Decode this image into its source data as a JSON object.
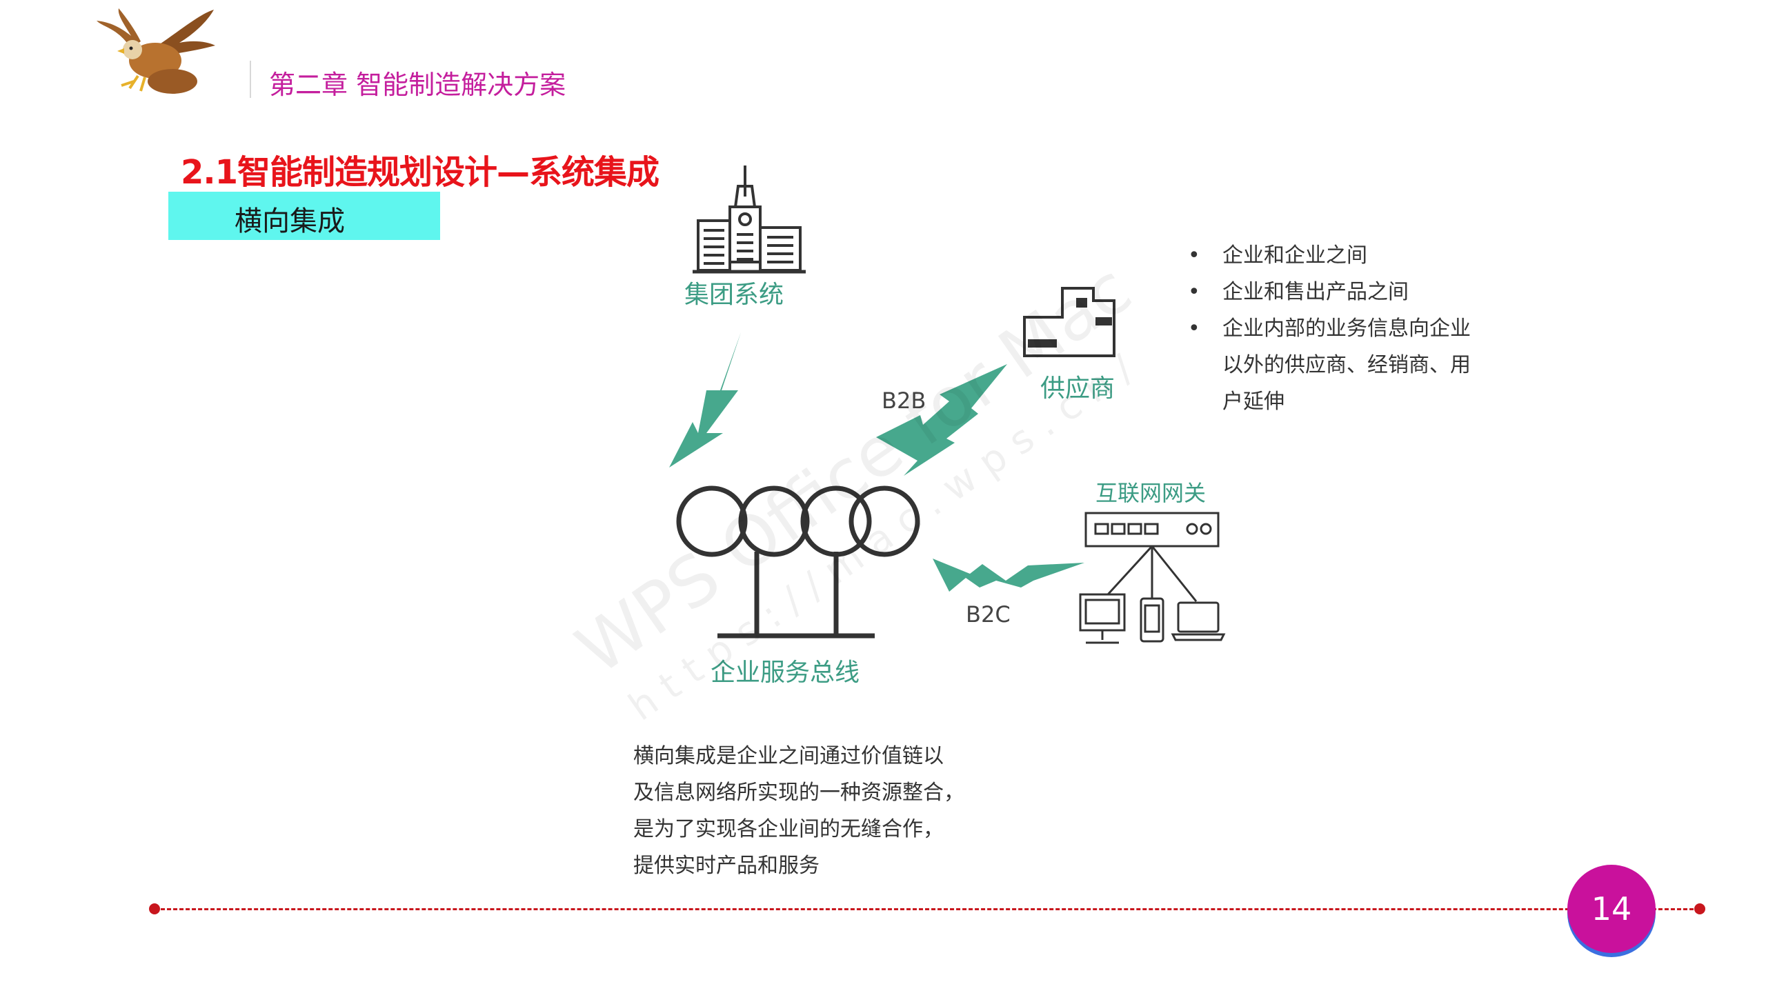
{
  "header": {
    "chapter_title": "第二章  智能制造解决方案"
  },
  "section": {
    "title": "2.1智能制造规划设计—系统集成",
    "tag_label": "横向集成"
  },
  "diagram": {
    "nodes": {
      "group_system": "集团系统",
      "supplier": "供应商",
      "gateway": "互联网网关",
      "bus": "企业服务总线"
    },
    "edges": {
      "b2b": "B2B",
      "b2c": "B2C"
    }
  },
  "bullets": {
    "marker": "•",
    "items": [
      {
        "lines": [
          "企业和企业之间"
        ]
      },
      {
        "lines": [
          "企业和售出产品之间"
        ]
      },
      {
        "lines": [
          "企业内部的业务信息向企业",
          "以外的供应商、经销商、用",
          "户延伸"
        ]
      }
    ]
  },
  "description": {
    "lines": [
      "横向集成是企业之间通过价值链以",
      "及信息网络所实现的一种资源整合，",
      "是为了实现各企业间的无缝合作，",
      "提供实时产品和服务"
    ]
  },
  "watermark": {
    "main": "WPS Office for Mac",
    "url": "https://mac.wps.cn/"
  },
  "footer": {
    "page_number": "14"
  },
  "colors": {
    "accent_magenta": "#c41e9d",
    "title_red": "#e8141b",
    "tag_cyan": "#5ff6ee",
    "diagram_green": "#3c9c84",
    "footer_red": "#c8161d",
    "badge_shadow_blue": "#3b6fe0"
  },
  "icons": [
    "eagle-logo-icon",
    "office-building-icon",
    "factory-icon",
    "bus-rings-icon",
    "gateway-router-icon",
    "desktop-icon",
    "phone-icon",
    "laptop-icon",
    "lightning-bolt-icon"
  ]
}
